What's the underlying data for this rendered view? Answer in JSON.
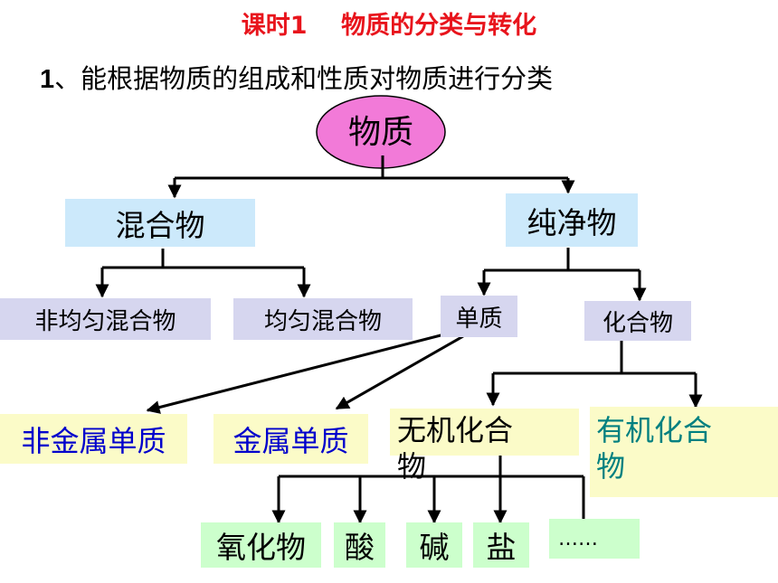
{
  "header": {
    "lesson_title": "课时1    物质的分类与转化",
    "objective_number": "1",
    "objective_text": "、能根据物质的组成和性质对物质进行分类"
  },
  "nodes": {
    "matter": "物质",
    "mixture": "混合物",
    "pure_substance": "纯净物",
    "heterogeneous_mixture": "非均匀混合物",
    "homogeneous_mixture": "均匀混合物",
    "element": "单质",
    "compound": "化合物",
    "nonmetal_element": "非金属单质",
    "metal_element": "金属单质",
    "inorganic_compound_line1": "无机化合",
    "inorganic_compound_line2": "物",
    "organic_compound_line1": "有机化合",
    "organic_compound_line2": "物",
    "oxide": "氧化物",
    "acid": "酸",
    "base": "碱",
    "salt": "盐",
    "ellipsis": "……"
  },
  "colors": {
    "title": "#e8141c",
    "matter_fill": "#f27ad8",
    "nonmetal_text": "#0000cc",
    "metal_text": "#0000cc",
    "organic_text": "#008080"
  }
}
